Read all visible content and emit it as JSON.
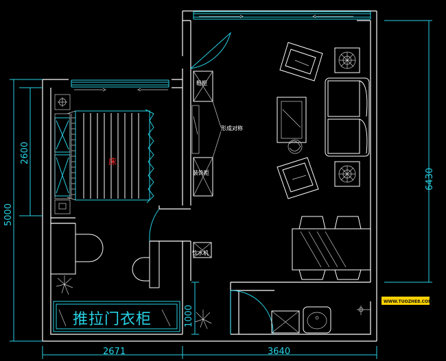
{
  "plan": {
    "dimensions": {
      "left_width": "2671",
      "right_width": "3640",
      "left_height": "5000",
      "bedroom_height": "2600",
      "right_height": "6430",
      "passage": "1000"
    },
    "labels": {
      "shoe_cabinet": "鞋柜",
      "symmetric": "形成对称",
      "decor_cabinet": "装饰柜",
      "water_dispenser": "饮水机",
      "bed_mark": "床",
      "wardrobe": "推拉门衣柜"
    },
    "watermark": "WWW.TUOZHE8.COM",
    "colors": {
      "wall": "#ffffff",
      "dimension": "#27d3e6",
      "accent": "#ff2a2a",
      "badge": "#ffd200"
    }
  }
}
